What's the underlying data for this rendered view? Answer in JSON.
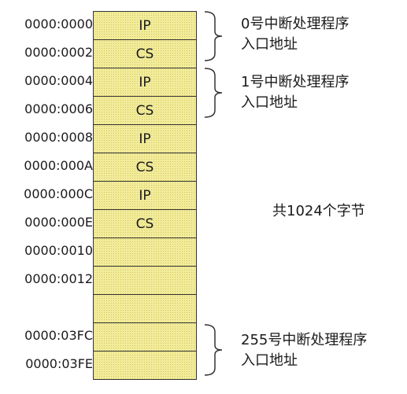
{
  "rows": [
    {
      "address": "0000:0000",
      "value": "IP"
    },
    {
      "address": "0000:0002",
      "value": "CS"
    },
    {
      "address": "0000:0004",
      "value": "IP"
    },
    {
      "address": "0000:0006",
      "value": "CS"
    },
    {
      "address": "0000:0008",
      "value": "IP"
    },
    {
      "address": "0000:000A",
      "value": "CS"
    },
    {
      "address": "0000:000C",
      "value": "IP"
    },
    {
      "address": "0000:000E",
      "value": "CS"
    },
    {
      "address": "0000:0010",
      "value": ""
    },
    {
      "address": "0000:0012",
      "value": ""
    },
    {
      "address": "",
      "value": ""
    },
    {
      "address": "0000:03FC",
      "value": ""
    },
    {
      "address": "0000:03FE",
      "value": ""
    }
  ],
  "annotations": [
    {
      "line1": "0号中断处理程序",
      "line2": "入口地址"
    },
    {
      "line1": "1号中断处理程序",
      "line2": "入口地址"
    },
    {
      "line1": "255号中断处理程序",
      "line2": "入口地址"
    }
  ],
  "total_label": "共1024个字节",
  "colors": {
    "cell_fill": "#f2ec9a",
    "border": "#333333"
  }
}
